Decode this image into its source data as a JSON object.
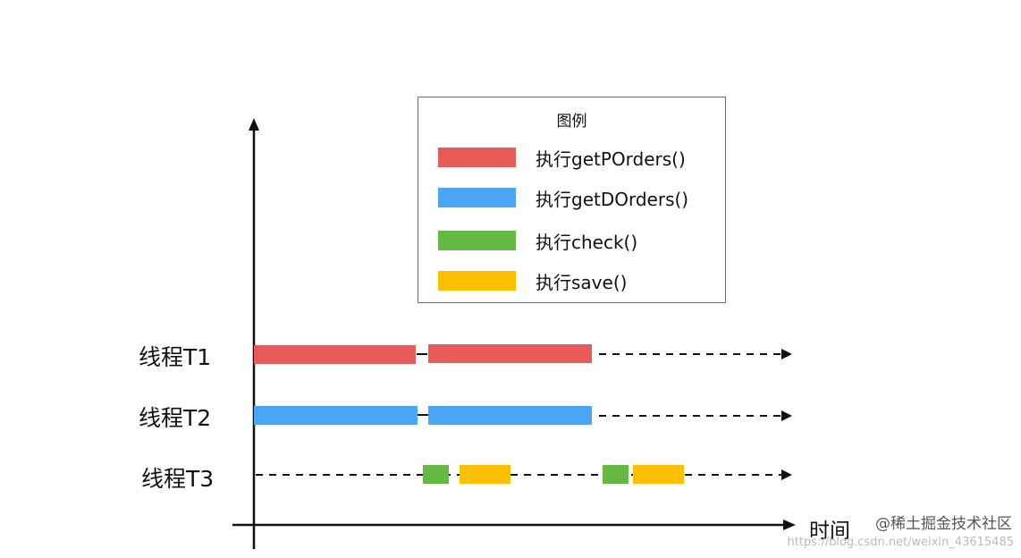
{
  "legend": {
    "title": "图例",
    "items": [
      {
        "label": "执行getPOrders()",
        "color": "#e85a57"
      },
      {
        "label": "执行getDOrders()",
        "color": "#4aa6f5"
      },
      {
        "label": "执行check()",
        "color": "#63b942"
      },
      {
        "label": "执行save()",
        "color": "#fcc000"
      }
    ]
  },
  "threads": [
    {
      "label": "线程T1"
    },
    {
      "label": "线程T2"
    },
    {
      "label": "线程T3"
    }
  ],
  "x_axis_label": "时间",
  "watermark": {
    "text": "@稀土掘金技术社区",
    "url": "https://blog.csdn.net/weixin_43615485"
  },
  "colors": {
    "red": "#e85a57",
    "blue": "#4aa6f5",
    "green": "#63b942",
    "yellow": "#fcc000",
    "axis": "#111111"
  }
}
